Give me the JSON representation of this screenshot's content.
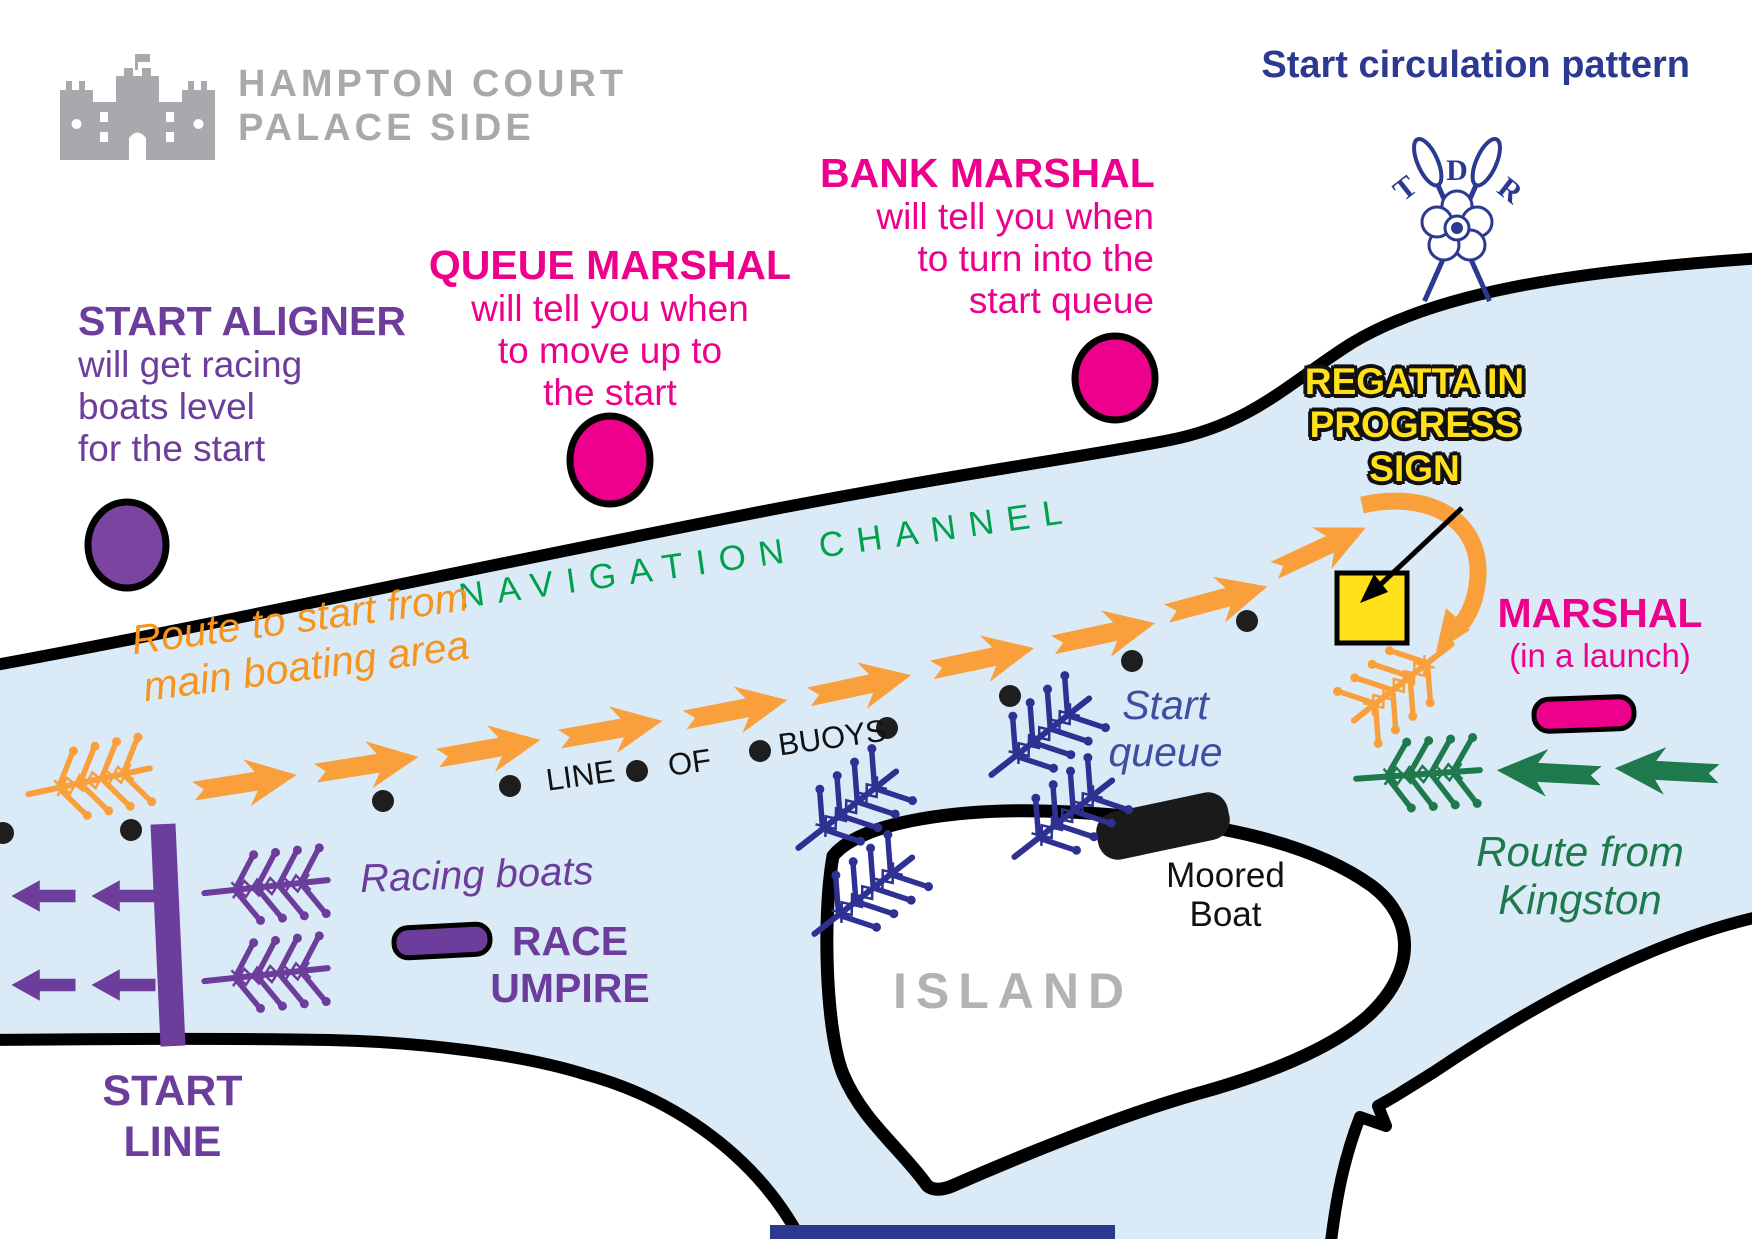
{
  "header": {
    "brand_line1": "HAMPTON COURT",
    "brand_line2": "PALACE SIDE",
    "title": "Start circulation pattern",
    "logo": {
      "t": "T",
      "d": "D",
      "r": "R"
    }
  },
  "annotations": {
    "bank_marshal": {
      "heading": "BANK MARSHAL",
      "line1": "will tell you when",
      "line2": "to turn into the",
      "line3": "start queue"
    },
    "queue_marshal": {
      "heading": "QUEUE MARSHAL",
      "line1": "will tell you when",
      "line2": "to move up to",
      "line3": "the start"
    },
    "start_aligner": {
      "heading": "START ALIGNER",
      "line1": "will get racing",
      "line2": "boats level",
      "line3": "for the start"
    },
    "regatta_sign": {
      "line1": "REGATTA IN",
      "line2": "PROGRESS",
      "line3": "SIGN"
    },
    "marshal": {
      "heading": "MARSHAL",
      "sub": "(in a launch)"
    },
    "route_to_start": {
      "line1": "Route to start from",
      "line2": "main boating area"
    },
    "route_from_kingston": {
      "line1": "Route from",
      "line2": "Kingston"
    },
    "navigation_channel": "NAVIGATION CHANNEL",
    "line_of_buoys": {
      "word1": "LINE",
      "word2": "OF",
      "word3": "BUOYS"
    },
    "start_queue": {
      "line1": "Start",
      "line2": "queue"
    },
    "moored_boat": {
      "line1": "Moored",
      "line2": "Boat"
    },
    "island": "ISLAND",
    "racing_boats": "Racing boats",
    "race_umpire": {
      "line1": "RACE",
      "line2": "UMPIRE"
    },
    "start_line": {
      "line1": "START",
      "line2": "LINE"
    }
  },
  "icons": {
    "castle-icon": "stylized grey castle (Hampton Court Palace)",
    "tdr-logo": "crossed oars with Tudor rose and letters T D R",
    "marshal-dot": "filled circle position marker",
    "rowing-boat-icon": "rowing eight seen from above with oars",
    "launch-icon": "rounded motor-launch hull",
    "route-arrow": "block chevron arrow",
    "buoy-dot": "black buoy dot",
    "regatta-sign": "yellow square sign with pointer arrow"
  },
  "colors": {
    "pink": "#EC008C",
    "purple": "#6C3D9B",
    "purple_circle": "#7A44A0",
    "orange": "#F9A03C",
    "orange_text": "#F7941E",
    "green": "#00A04C",
    "green_dark": "#1E7A4C",
    "navy": "#2B3990",
    "blue_boat": "#2E3192",
    "queue_blue": "#3D4FA1",
    "river": "#DAEBF7",
    "gray": "#A7A9AC",
    "island_gray": "#B0B2B4",
    "yellow": "#FFE01A",
    "black": "#000000"
  }
}
